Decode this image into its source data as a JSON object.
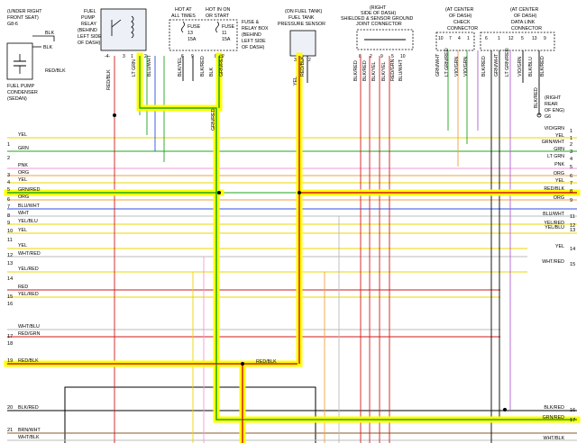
{
  "components": {
    "pump_condenser": [
      "(UNDER RIGHT",
      "FRONT SEAT)",
      "G8-6",
      "FUEL PUMP",
      "CONDENSER",
      "(SEDAN)"
    ],
    "pump_relay": [
      "FUEL",
      "PUMP",
      "RELAY",
      "(BEHIND",
      "LEFT SIDE",
      "OF DASH)"
    ],
    "hot_at_all_times": [
      "HOT AT",
      "ALL TIMES"
    ],
    "hot_in_on": [
      "HOT IN ON",
      "OR START"
    ],
    "fuse13": [
      "FUSE",
      "13",
      "15A"
    ],
    "fuse11": [
      "FUSE",
      "11",
      "15A"
    ],
    "fuse_box": [
      "FUSE &",
      "RELAY BOX",
      "(BEHIND",
      "LEFT SIDE",
      "OF DASH)"
    ],
    "pressure_sensor": [
      "(ON FUEL TANK)",
      "FUEL TANK",
      "PRESSURE SENSOR"
    ],
    "shield_joint": [
      "(RIGHT",
      "SIDE OF DASH)",
      "SHIELDED & SENSOR GROUND",
      "JOINT CONNECTOR"
    ],
    "check_conn": [
      "(AT CENTER",
      "OF DASH)",
      "CHECK",
      "CONNECTOR"
    ],
    "dlc": [
      "(AT CENTER",
      "OF DASH)",
      "DATA LINK",
      "CONNECTOR"
    ],
    "g6": [
      "(RIGHT",
      "REAR",
      "OF ENG)",
      "G6"
    ]
  },
  "upper_labels": {
    "blk_top": "BLK",
    "blk_mid": "BLK",
    "red_blk_cond": "RED/BLK",
    "relay_pin_a": "-4-",
    "relay_pin_b": "3",
    "relay_pin_c": "1",
    "relay_pin_d": "6",
    "relay_pin_e": "2",
    "fuse_pin_a": "6",
    "fuse_pin_b": "9",
    "fuse_pin_c": "8",
    "fuse_pin_d": "2",
    "sensor_pin_a": "3",
    "sensor_pin_b": "1",
    "sensor_pin_c": "2",
    "joint_pins": [
      "8",
      "2",
      "9",
      "5",
      "10"
    ],
    "check_pins": [
      "10",
      "7",
      "4",
      "1"
    ],
    "dlc_pins": [
      "6",
      "1",
      "12",
      "5",
      "13",
      "9"
    ],
    "vertical": [
      "RED/BLK",
      "LT GRN",
      "GRN/RED",
      "BLU/WHT",
      "BLK/YEL",
      "BLK/RED",
      "BLK",
      "GRN/RED",
      "YEL",
      "RED/BLK",
      "BLK/RED",
      "BLK/RED",
      "BLK/YEL",
      "BLK/YEL",
      "RED/GRN",
      "BLU/WHT",
      "GRN/WHT",
      "LT GRN/RED",
      "VIO/GRN",
      "VIO/GRN",
      "BLK/RED",
      "GRN/WHT",
      "LT GRN/RED",
      "VIO/GRN",
      "BLK/BLU",
      "BLK/RED",
      "BLK/RED"
    ]
  },
  "left_wires": [
    {
      "num": "1",
      "color": "YEL"
    },
    {
      "num": "2",
      "color": "GRN"
    },
    {
      "num": "3",
      "color": "PNK"
    },
    {
      "num": "4",
      "color": "ORG"
    },
    {
      "num": "5",
      "color": "YEL"
    },
    {
      "num": "6",
      "color": "GRN/RED"
    },
    {
      "num": "7",
      "color": "ORG"
    },
    {
      "num": "8",
      "color": "BLU/WHT"
    },
    {
      "num": "9",
      "color": "WHT"
    },
    {
      "num": "10",
      "color": "YEL/BLU"
    },
    {
      "num": "11",
      "color": "YEL"
    },
    {
      "num": "12",
      "color": "YEL"
    },
    {
      "num": "13",
      "color": "WHT/RED"
    },
    {
      "num": "14",
      "color": "YEL/RED"
    },
    {
      "num": "15",
      "color": "RED"
    },
    {
      "num": "16",
      "color": "YEL/RED"
    },
    {
      "num": "17",
      "color": "WHT/BLU"
    },
    {
      "num": "18",
      "color": "RED/GRN"
    },
    {
      "num": "19",
      "color": "RED/BLK"
    },
    {
      "num": "20",
      "color": "BLK/RED"
    },
    {
      "num": "21",
      "color": "BRN/WHT"
    },
    {
      "num": "",
      "color": "WHT/BLK"
    }
  ],
  "right_wires": [
    {
      "num": "1",
      "color": "VIO/GRN"
    },
    {
      "num": "1",
      "color": "YEL"
    },
    {
      "num": "2",
      "color": "GRN/WHT"
    },
    {
      "num": "3",
      "color": "GRN"
    },
    {
      "num": "4",
      "color": "LT GRN"
    },
    {
      "num": "5",
      "color": "PNK"
    },
    {
      "num": "6",
      "color": "ORG"
    },
    {
      "num": "7",
      "color": "YEL"
    },
    {
      "num": "8",
      "color": "RED/BLK"
    },
    {
      "num": "9",
      "color": "ORG"
    },
    {
      "num": "11",
      "color": "BLU/WHT"
    },
    {
      "num": "12",
      "color": "YEL/RED"
    },
    {
      "num": "13",
      "color": "YEL/BLU"
    },
    {
      "num": "14",
      "color": "YEL"
    },
    {
      "num": "15",
      "color": "WHT/RED"
    },
    {
      "num": "16",
      "color": "BLK/RED"
    },
    {
      "num": "17",
      "color": "GRN/RED"
    },
    {
      "num": "",
      "color": "WHT/BLK"
    }
  ],
  "mid_labels": {
    "red_blk_19": "RED/BLK"
  },
  "colors": {
    "highlight": "#ffff00",
    "red": "#d11a1a",
    "green": "#1fa51f",
    "yellow": "#ecd400",
    "pink": "#f29bd4",
    "orange": "#f0a040",
    "blue": "#2c50e0",
    "violet": "#b060d0",
    "brown": "#8a5a2a",
    "black": "#000000"
  }
}
